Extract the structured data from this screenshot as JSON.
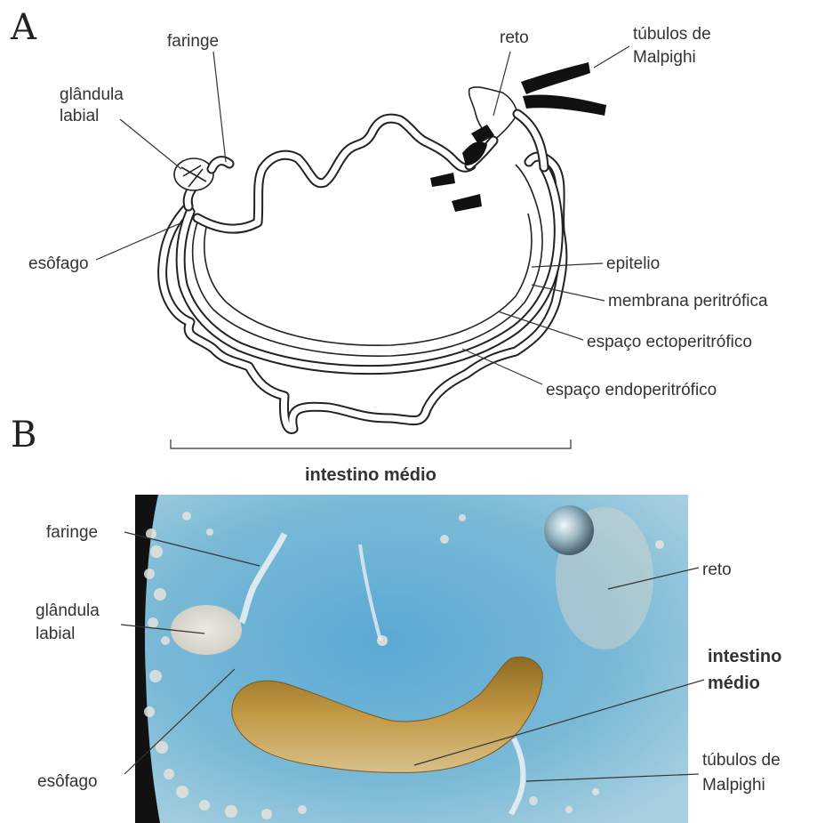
{
  "panel_a": {
    "letter": "A",
    "labels": {
      "faringe": "faringe",
      "glandula_1": "glândula",
      "glandula_2": "labial",
      "esofago": "esôfago",
      "reto": "reto",
      "tubulos_1": "túbulos de",
      "tubulos_2": "Malpighi",
      "epitelio": "epitelio",
      "membrana": "membrana peritrófica",
      "ecto": "espaço ectoperitrófico",
      "endo": "espaço endoperitrófico",
      "intestino": "intestino médio"
    }
  },
  "panel_b": {
    "letter": "B",
    "labels": {
      "faringe": "faringe",
      "glandula_1": "glândula",
      "glandula_2": "labial",
      "esofago": "esôfago",
      "reto": "reto",
      "intestino_1": "intestino",
      "intestino_2": "médio",
      "tubulos_1": "túbulos de",
      "tubulos_2": "Malpighi"
    }
  },
  "colors": {
    "photo_background": "#79b9d6",
    "gut": "#b98d3a",
    "vignette": "#111111"
  }
}
